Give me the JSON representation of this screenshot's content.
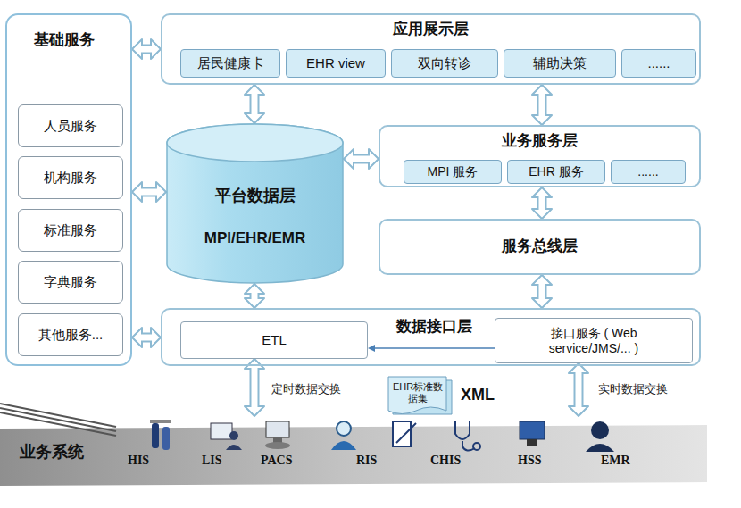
{
  "diagram": {
    "nodes": [
      {
        "text": [
          "基础服务"
        ]
      },
      {
        "text": [
          "人员服务"
        ],
        "in": 0
      },
      {
        "text": [
          "机构服务"
        ],
        "in": 0
      },
      {
        "text": [
          "标准服务"
        ],
        "in": 0
      },
      {
        "text": [
          "字典服务"
        ],
        "in": 0
      },
      {
        "text": [
          "其他服务..."
        ],
        "in": 0
      },
      {
        "text": [
          "应用展示层"
        ]
      },
      {
        "text": [
          "居民健康卡"
        ],
        "in": 6
      },
      {
        "text": [
          "EHR view"
        ],
        "in": 6
      },
      {
        "text": [
          "双向转诊"
        ],
        "in": 6
      },
      {
        "text": [
          "辅助决策"
        ],
        "in": 6
      },
      {
        "text": [
          "......"
        ],
        "in": 6
      },
      {
        "text": [
          "平台数据层",
          "MPI/EHR/EMR"
        ]
      },
      {
        "text": [
          "业务服务层"
        ]
      },
      {
        "text": [
          "MPI 服务"
        ],
        "in": 13
      },
      {
        "text": [
          "EHR 服务"
        ],
        "in": 13
      },
      {
        "text": [
          "......"
        ],
        "in": 13
      },
      {
        "text": [
          "服务总线层"
        ]
      },
      {
        "text": [
          "数据接口层"
        ]
      },
      {
        "text": [
          "ETL"
        ],
        "in": 18
      },
      {
        "text": [
          "接口服务 ( Web service/JMS/... )"
        ],
        "in": 18
      },
      {
        "text": [
          "EHR标准数据集"
        ]
      },
      {
        "text": [
          "业务系统"
        ]
      }
    ],
    "edges": [
      {
        "from": 0,
        "to": 6,
        "arrow": "both"
      },
      {
        "from": 0,
        "to": 12,
        "arrow": "both"
      },
      {
        "from": 0,
        "to": 18,
        "arrow": "both"
      },
      {
        "from": 6,
        "to": 12,
        "arrow": "both"
      },
      {
        "from": 6,
        "to": 13,
        "arrow": "both"
      },
      {
        "from": 12,
        "to": 13,
        "arrow": "both"
      },
      {
        "from": 13,
        "to": 17,
        "arrow": "both"
      },
      {
        "from": 17,
        "to": 18,
        "arrow": "both"
      },
      {
        "from": 12,
        "to": 18,
        "arrow": "both"
      },
      {
        "from": 20,
        "to": 19,
        "arrow": "to"
      },
      {
        "from": 19,
        "to": 22,
        "label": "定时数据交换",
        "arrow": "both"
      },
      {
        "from": 20,
        "to": 22,
        "label": "实时数据交换",
        "arrow": "both"
      }
    ],
    "labels": [
      "XML",
      "HIS",
      "LIS",
      "PACS",
      "RIS",
      "CHIS",
      "HSS",
      "EMR"
    ]
  }
}
